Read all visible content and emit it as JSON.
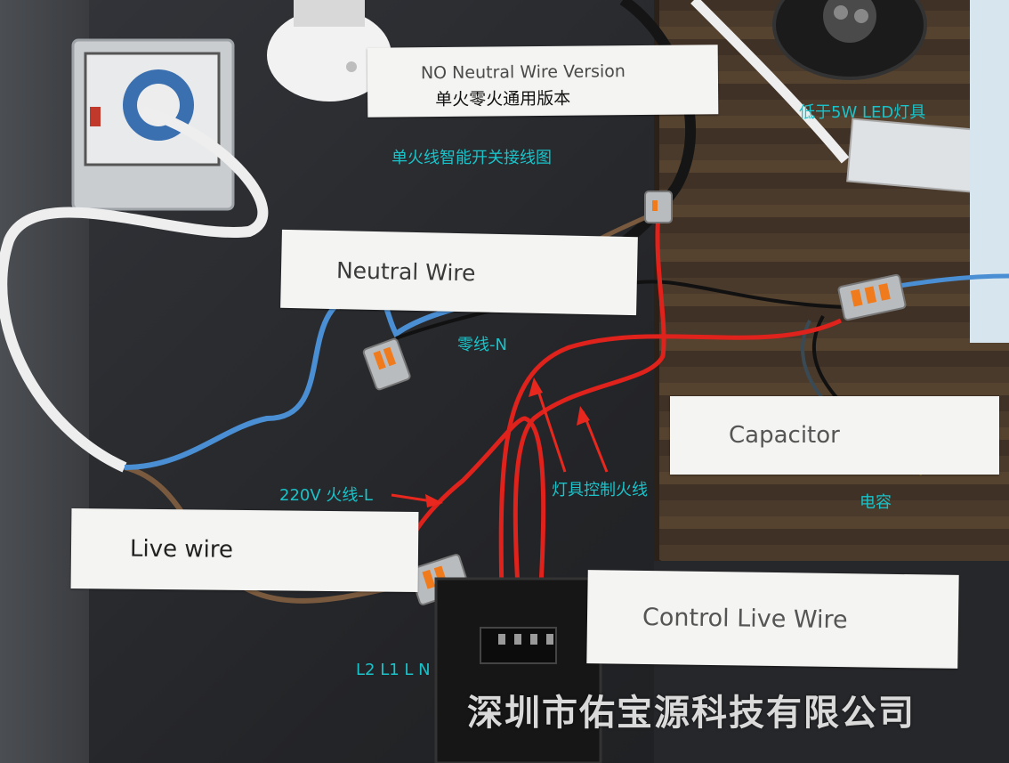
{
  "labels": {
    "no_neutral_version": "NO Neutral Wire Version",
    "no_neutral_version_cn": "单火零火通用版本",
    "neutral_wire": "Neutral Wire",
    "capacitor": "Capacitor",
    "live_wire": "Live wire",
    "control_live_wire": "Control Live Wire"
  },
  "annotations": {
    "title_cn": "单火线智能开关接线图",
    "led_note": "低于5W LED灯具",
    "neutral_cn": "零线-N",
    "live_220v": "220V 火线-L",
    "lamp_control_live": "灯具控制火线",
    "capacitor_cn": "电容",
    "terminals": "L2 L1 L N"
  },
  "watermark": "深圳市佑宝源科技有限公司",
  "colors": {
    "annotation": "#19c3c9",
    "live_red": "#e0221c",
    "neutral_blue": "#4a8fd4",
    "brown": "#7a5a3e",
    "arrow_red": "#e8281e",
    "capacitor_yellow": "#f2d90a"
  }
}
